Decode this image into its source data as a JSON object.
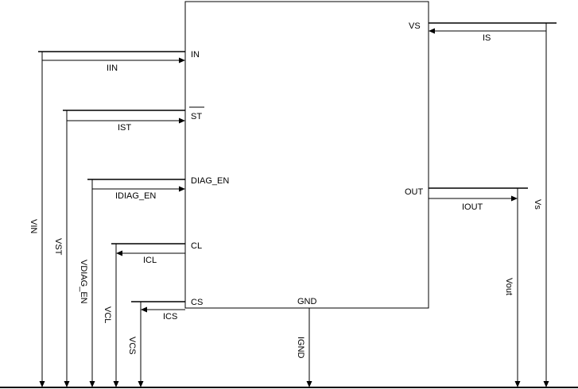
{
  "pins": {
    "in": "IN",
    "st": "ST",
    "diag_en": "DIAG_EN",
    "cl": "CL",
    "cs": "CS",
    "vs": "VS",
    "out": "OUT",
    "gnd": "GND"
  },
  "currents": {
    "iin": "IIN",
    "ist": "IST",
    "idiag_en": "IDIAG_EN",
    "icl": "ICL",
    "ics": "ICS",
    "is": "IS",
    "iout": "IOUT",
    "ignd": "IGND"
  },
  "voltages": {
    "vin": "VIN",
    "vst": "VST",
    "vdiag_en": "VDIAG_EN",
    "vcl": "VCL",
    "vcs": "VCS",
    "vout": "Vout",
    "vs": "Vs"
  }
}
